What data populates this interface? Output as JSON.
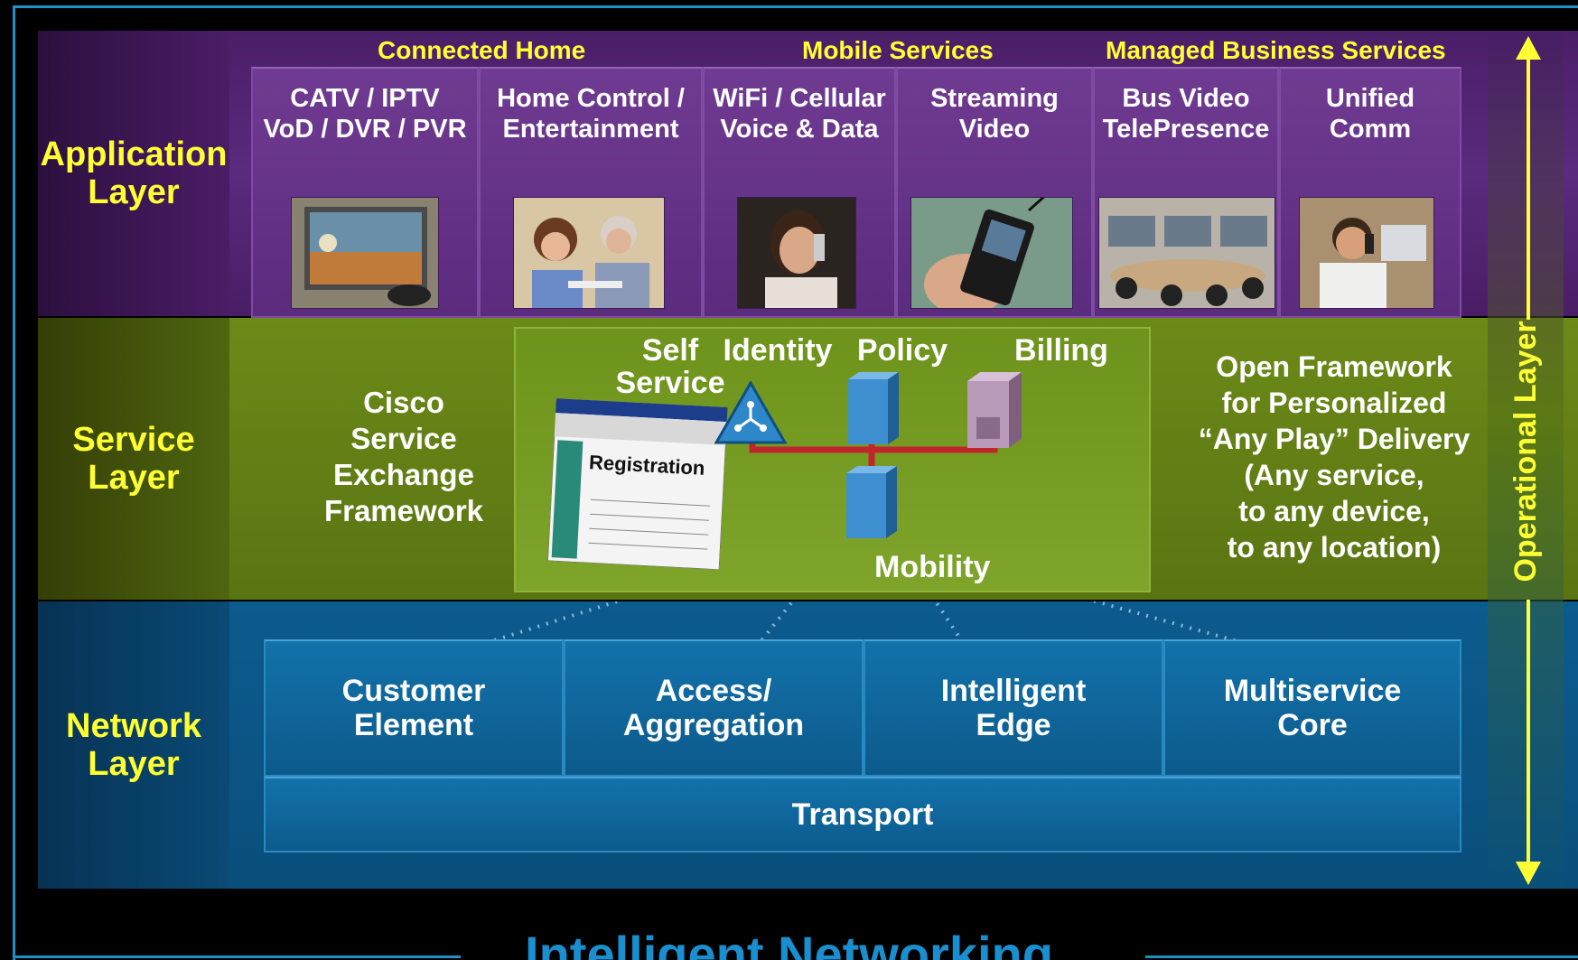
{
  "layers": {
    "application": {
      "label_line1": "Application",
      "label_line2": "Layer"
    },
    "service": {
      "label_line1": "Service",
      "label_line2": "Layer"
    },
    "network": {
      "label_line1": "Network",
      "label_line2": "Layer"
    }
  },
  "application": {
    "categories": [
      "Connected Home",
      "Mobile Services",
      "Managed Business Services"
    ],
    "tiles": [
      {
        "line1": "CATV / IPTV",
        "line2": "VoD / DVR / PVR",
        "photo": "tv-photo"
      },
      {
        "line1": "Home Control /",
        "line2": "Entertainment",
        "photo": "family-gaming-photo"
      },
      {
        "line1": "WiFi / Cellular",
        "line2": "Voice & Data",
        "photo": "woman-phone-photo"
      },
      {
        "line1": "Streaming",
        "line2": "Video",
        "photo": "mobile-video-photo"
      },
      {
        "line1": "Bus Video",
        "line2": "TelePresence",
        "photo": "telepresence-photo"
      },
      {
        "line1": "Unified",
        "line2": "Comm",
        "photo": "man-phone-photo"
      }
    ]
  },
  "service": {
    "framework": [
      "Cisco",
      "Service",
      "Exchange",
      "Framework"
    ],
    "components": {
      "self_service_1": "Self",
      "self_service_2": "Service",
      "identity": "Identity",
      "policy": "Policy",
      "billing": "Billing",
      "mobility": "Mobility",
      "registration_title": "Registration"
    },
    "description": [
      "Open Framework",
      "for Personalized",
      "“Any Play” Delivery",
      "(Any service,",
      "to any device,",
      "to any location)"
    ]
  },
  "network": {
    "elements": [
      {
        "line1": "Customer",
        "line2": "Element"
      },
      {
        "line1": "Access/",
        "line2": "Aggregation"
      },
      {
        "line1": "Intelligent",
        "line2": "Edge"
      },
      {
        "line1": "Multiservice",
        "line2": "Core"
      }
    ],
    "transport": "Transport"
  },
  "operational_layer": "Operational Layer",
  "footer_title": "Intelligent Networking",
  "colors": {
    "accent_yellow": "#ffff33",
    "app_purple": "#5a2a7e",
    "service_green": "#6c8a18",
    "network_blue": "#0c5b8e",
    "frame_blue": "#1f8fc8",
    "connector_red": "#c0272d"
  }
}
